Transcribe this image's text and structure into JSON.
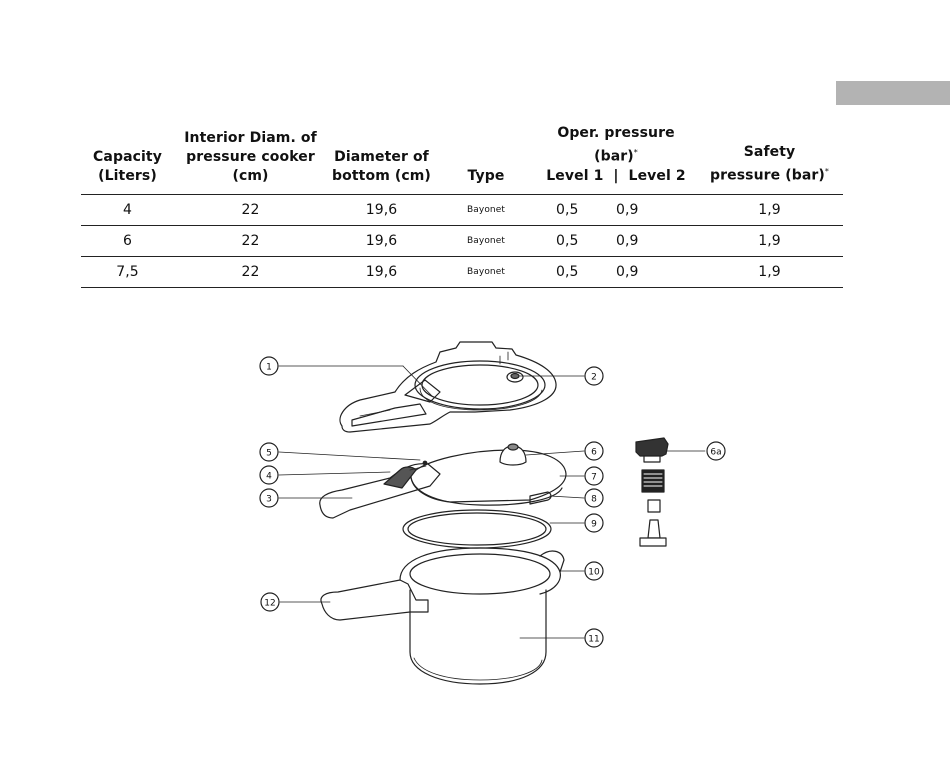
{
  "table": {
    "headers": {
      "capacity": [
        "Capacity",
        "(Liters)"
      ],
      "interior_diam": [
        "Interior Diam. of",
        "pressure cooker (cm)"
      ],
      "bottom_diam": [
        "Diameter of",
        "bottom (cm)"
      ],
      "type": "Type",
      "oper_pressure": [
        "Oper. pressure (bar)",
        "Level 1  |  Level 2"
      ],
      "safety_pressure": [
        "Safety",
        "pressure (bar)"
      ],
      "asterisk": "*"
    },
    "rows": [
      {
        "capacity": "4",
        "interior_diam": "22",
        "bottom_diam": "19,6",
        "type": "Bayonet",
        "level1": "0,5",
        "level2": "0,9",
        "safety": "1,9"
      },
      {
        "capacity": "6",
        "interior_diam": "22",
        "bottom_diam": "19,6",
        "type": "Bayonet",
        "level1": "0,5",
        "level2": "0,9",
        "safety": "1,9"
      },
      {
        "capacity": "7,5",
        "interior_diam": "22",
        "bottom_diam": "19,6",
        "type": "Bayonet",
        "level1": "0,5",
        "level2": "0,9",
        "safety": "1,9"
      }
    ]
  },
  "diagram": {
    "callouts": {
      "c1": "1",
      "c2": "2",
      "c3": "3",
      "c4": "4",
      "c5": "5",
      "c6": "6",
      "c6a": "6a",
      "c7": "7",
      "c8": "8",
      "c9": "9",
      "c10": "10",
      "c11": "11",
      "c12": "12"
    }
  },
  "colors": {
    "tab_marker": "#b3b3b3",
    "line": "#222222"
  }
}
